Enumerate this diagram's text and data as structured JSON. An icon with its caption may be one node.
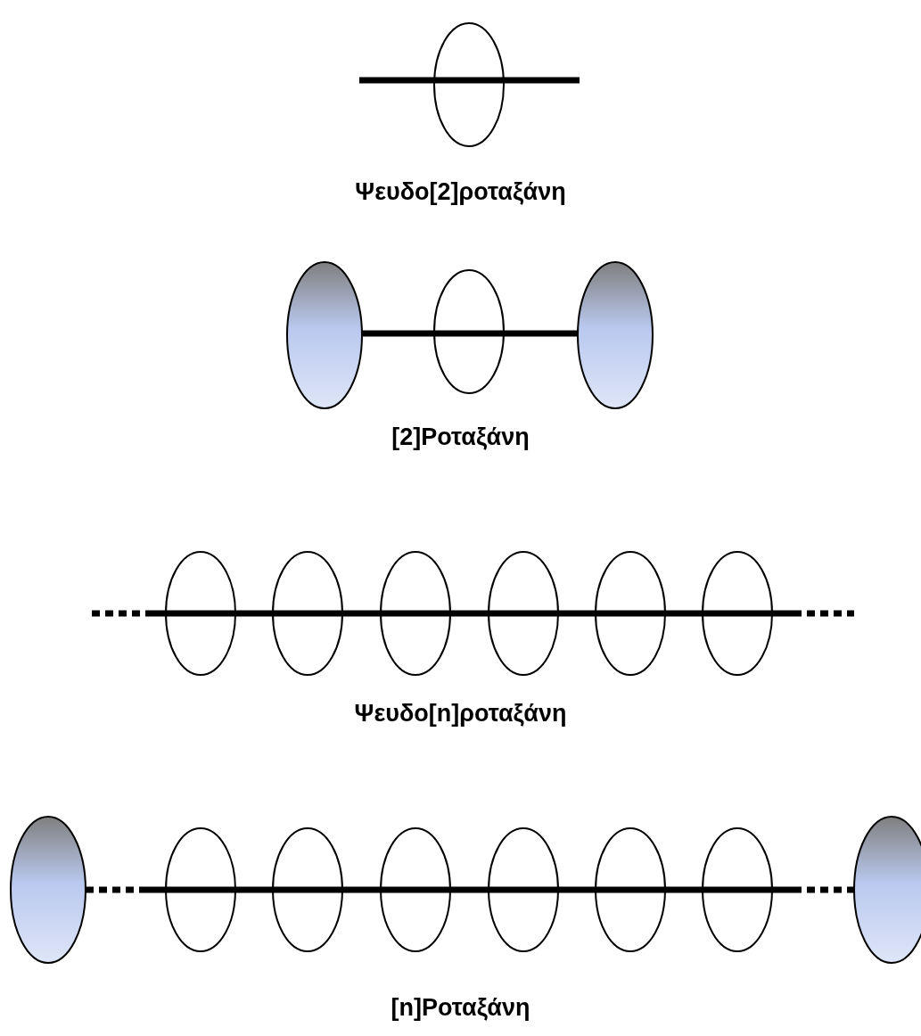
{
  "diagram": {
    "labels": [
      "Ψευδο[2]ροταξάνη",
      "[2]Ροταξάνη",
      "Ψευδο[n]ροταξάνη",
      "[n]Ροταξάνη"
    ]
  }
}
